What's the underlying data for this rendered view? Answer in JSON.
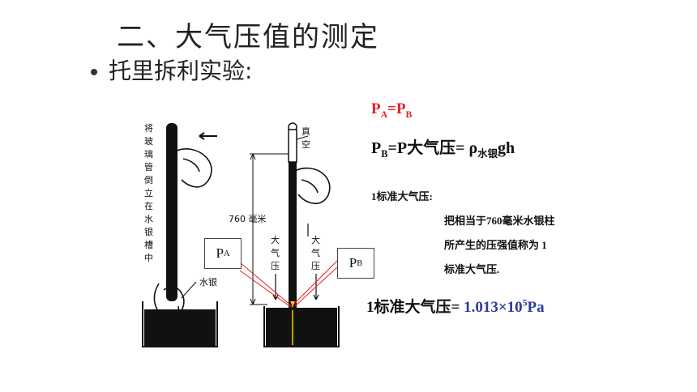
{
  "slide": {
    "title": "二、大气压值的测定",
    "bullet": "托里拆利实验:"
  },
  "diagram": {
    "left_vertical_text": [
      "将",
      "玻",
      "璃",
      "管",
      "倒",
      "立",
      "在",
      "水",
      "银",
      "槽",
      "中"
    ],
    "mercury_label": "水银",
    "vacuum_label_top": "真",
    "vacuum_label_bottom": "空",
    "height_label": "760 毫米",
    "atm_label_1": [
      "大",
      "气",
      "压"
    ],
    "atm_label_2": [
      "大",
      "气",
      "压"
    ],
    "callout_a": {
      "main": "P",
      "sub": "A"
    },
    "callout_b": {
      "main": "P",
      "sub": "B"
    }
  },
  "equations": {
    "eq1": {
      "a": "P",
      "a_sub": "A",
      "eq": "=",
      "b": "P",
      "b_sub": "B"
    },
    "eq2": {
      "p": "P",
      "p_sub": "B",
      "rest": "=P大气压= ρ",
      "rho_sub": "水银",
      "gh": "gh"
    }
  },
  "standard": {
    "label": "1标准大气压:",
    "definition_lines": [
      "把相当于760毫米水银柱",
      "所产生的压强值称为 1",
      "标准大气压."
    ],
    "value_prefix": "1标准大气压= ",
    "value_mantissa": "1.013×10",
    "value_exp": "5",
    "value_unit": "Pa"
  },
  "colors": {
    "red": "#e32020",
    "blue": "#2a3a9c",
    "yellow_line": "#f2d200"
  }
}
